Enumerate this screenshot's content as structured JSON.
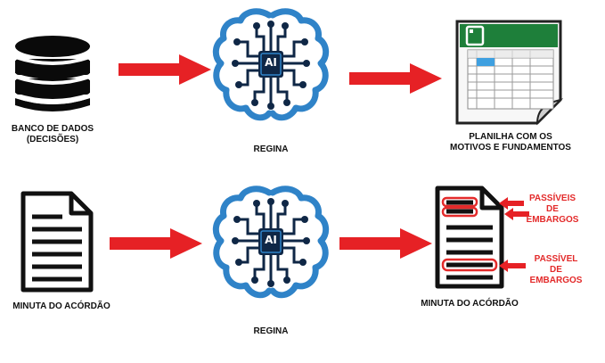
{
  "colors": {
    "arrow": "#e62125",
    "brain": "#2f83c8",
    "chip": "#0f2746",
    "text": "#111111",
    "accent_red": "#e32a2a",
    "sheet_green": "#1e7f3a"
  },
  "top_row": {
    "source_label_line1": "BANCO DE DADOS",
    "source_label_line2": "(DECISÕES)",
    "ai_chip_text": "AI",
    "ai_label": "REGINA",
    "output_label_line1": "PLANILHA COM OS",
    "output_label_line2": "MOTIVOS E FUNDAMENTOS"
  },
  "bottom_row": {
    "source_label": "MINUTA DO ACÓRDÃO",
    "ai_chip_text": "AI",
    "ai_label": "REGINA",
    "output_label": "MINUTA DO ACÓRDÃO",
    "callout_top_line1": "PASSÍVEIS",
    "callout_top_line2": "DE",
    "callout_top_line3": "EMBARGOS",
    "callout_bottom_line1": "PASSÍVEL",
    "callout_bottom_line2": "DE",
    "callout_bottom_line3": "EMBARGOS"
  }
}
